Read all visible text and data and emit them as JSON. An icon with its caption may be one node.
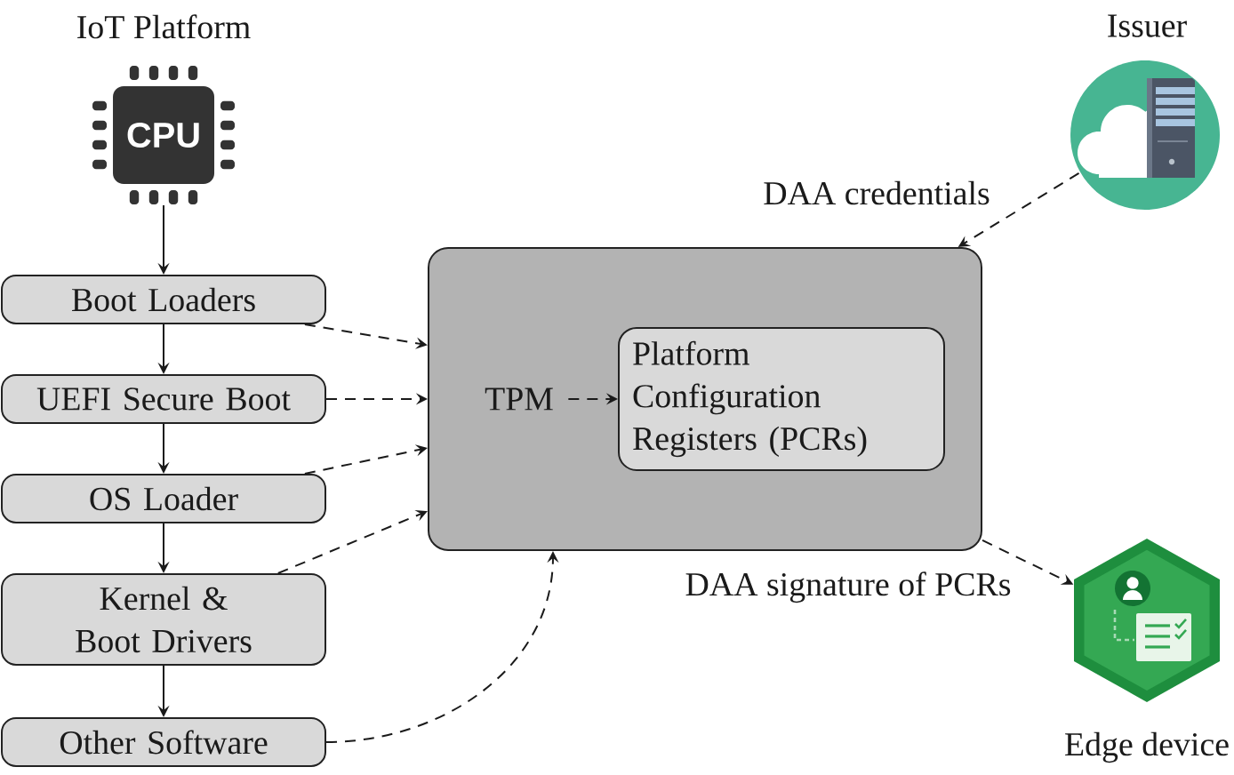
{
  "diagram": {
    "nodes": [
      {
        "text": [
          "CPU"
        ],
        "beside": [
          "IoT Platform"
        ]
      },
      {
        "text": [
          "Boot Loaders"
        ]
      },
      {
        "text": [
          "UEFI Secure Boot"
        ]
      },
      {
        "text": [
          "OS Loader"
        ]
      },
      {
        "text": [
          "Kernel & Boot Drivers"
        ]
      },
      {
        "text": [
          "Other Software"
        ]
      },
      {
        "text": [],
        "shape": "box"
      },
      {
        "text": [
          "TPM"
        ],
        "in": 6
      },
      {
        "text": [
          "Platform Configuration Registers (PCRs)"
        ],
        "in": 6
      },
      {
        "text": [],
        "shape": "picture",
        "beside": [
          "Issuer"
        ]
      },
      {
        "text": [],
        "shape": "picture",
        "beside": [
          "Edge device"
        ]
      }
    ],
    "edges": [
      {
        "from": 0,
        "to": 1,
        "arrow": "to"
      },
      {
        "from": 1,
        "to": 2,
        "arrow": "to"
      },
      {
        "from": 2,
        "to": 3,
        "arrow": "to"
      },
      {
        "from": 3,
        "to": 4,
        "arrow": "to"
      },
      {
        "from": 4,
        "to": 5,
        "arrow": "to"
      },
      {
        "from": 1,
        "to": 6,
        "arrow": "to",
        "style": "dashed"
      },
      {
        "from": 2,
        "to": 6,
        "arrow": "to",
        "style": "dashed"
      },
      {
        "from": 3,
        "to": 6,
        "arrow": "to",
        "style": "dashed"
      },
      {
        "from": 4,
        "to": 6,
        "arrow": "to",
        "style": "dashed"
      },
      {
        "from": 5,
        "to": 6,
        "arrow": "to",
        "style": "dashed"
      },
      {
        "from": 7,
        "to": 8,
        "arrow": "to",
        "style": "dashed"
      },
      {
        "from": 9,
        "to": 6,
        "arrow": "to",
        "style": "dashed",
        "label": "DAA credentials"
      },
      {
        "from": 6,
        "to": 10,
        "arrow": "to",
        "style": "dashed",
        "label": "DAA signature of PCRs"
      }
    ]
  }
}
